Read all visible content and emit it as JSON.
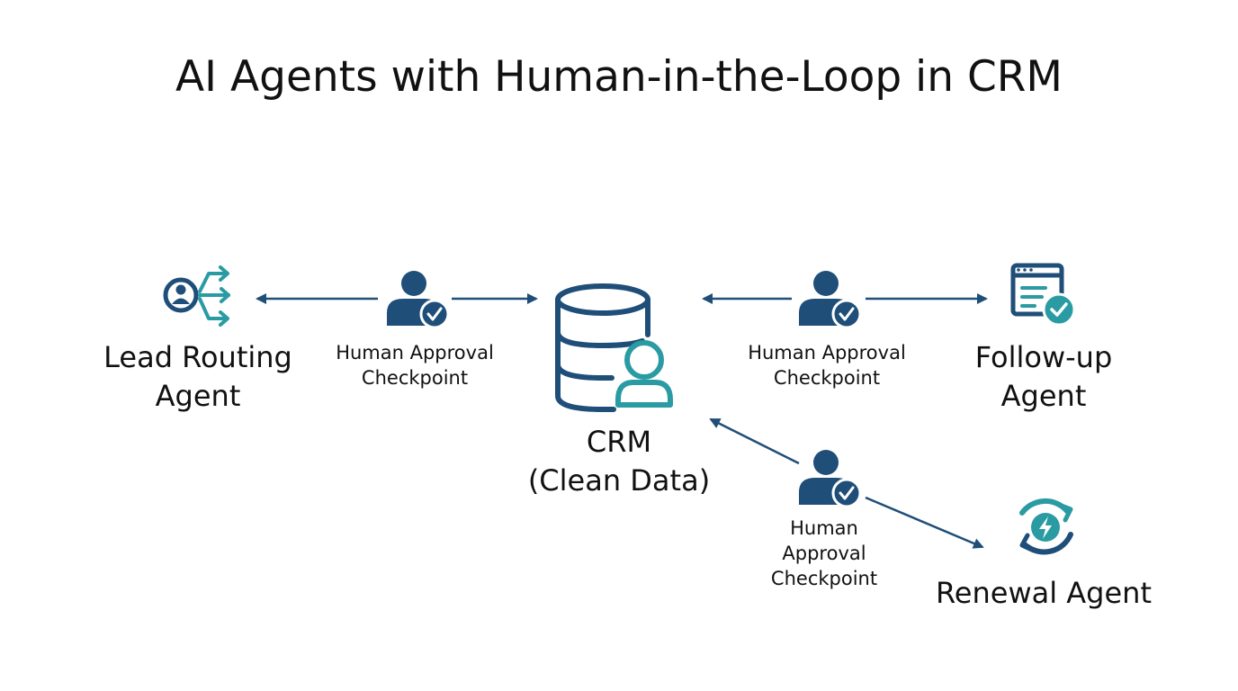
{
  "title": "AI Agents with Human-in-the-Loop in CRM",
  "nodes": {
    "lead_routing": {
      "line1": "Lead Routing",
      "line2": "Agent",
      "icon": "lead-routing-icon"
    },
    "crm": {
      "line1": "CRM",
      "line2": "(Clean Data)",
      "icon": "database-user-icon"
    },
    "follow_up": {
      "line1": "Follow-up",
      "line2": "Agent",
      "icon": "document-check-icon"
    },
    "renewal": {
      "line1": "Renewal Agent",
      "icon": "renewal-sync-icon"
    }
  },
  "checkpoints": {
    "left": {
      "line1": "Human Approval",
      "line2": "Checkpoint"
    },
    "right": {
      "line1": "Human Approval",
      "line2": "Checkpoint"
    },
    "lower": {
      "line1": "Human",
      "line2": "Approval",
      "line3": "Checkpoint"
    }
  },
  "colors": {
    "navy": "#1f4e79",
    "teal": "#2a9ba3",
    "text": "#111111"
  }
}
